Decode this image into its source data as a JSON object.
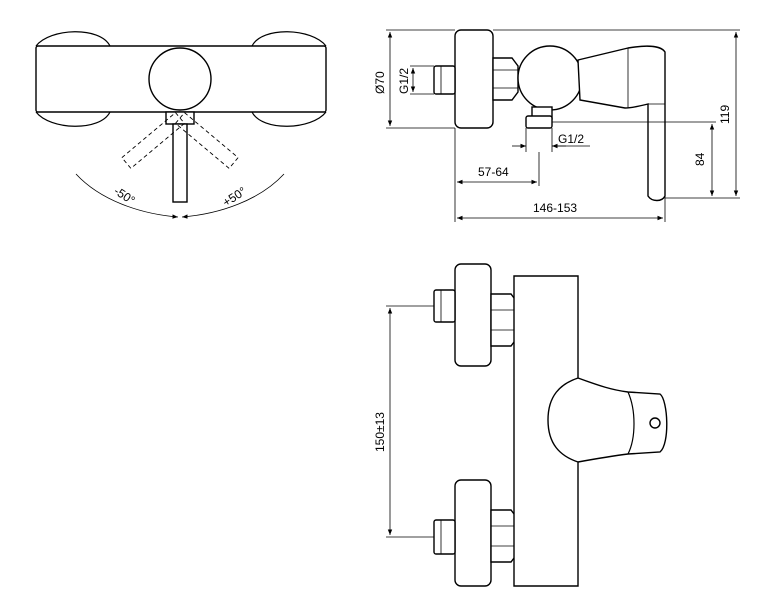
{
  "dimensions": {
    "rotation_left": "-50°",
    "rotation_right": "+50°",
    "rosette_diameter": "Ø70",
    "inlet_thread": "G1/2",
    "outlet_thread": "G1/2",
    "inlet_projection": "57-64",
    "total_projection": "146-153",
    "outlet_height": "84",
    "total_height": "119",
    "inlet_spacing": "150±13"
  }
}
